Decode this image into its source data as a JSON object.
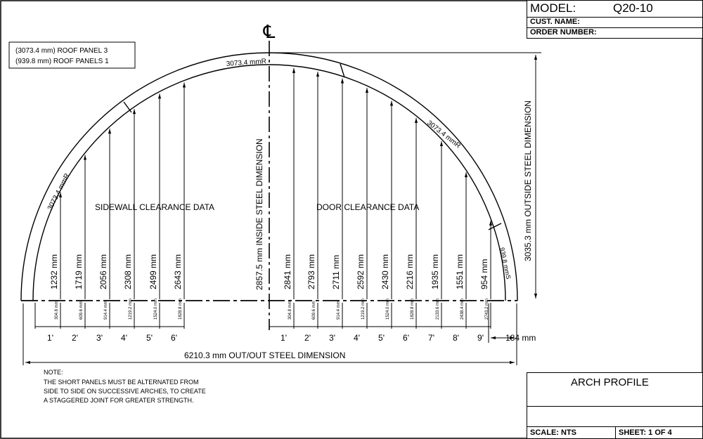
{
  "title_block": {
    "model_label": "MODEL:",
    "model_value": "Q20-10",
    "cust_name_label": "CUST. NAME:",
    "order_number_label": "ORDER NUMBER:"
  },
  "drawing_title": "ARCH PROFILE",
  "scale_label": "SCALE:  NTS",
  "sheet_label": "SHEET:  1  OF  4",
  "legend": {
    "line1": "(3073.4 mm) ROOF PANEL   3",
    "line2": "(939.8 mm) ROOF PANELS    1"
  },
  "centerline_symbol": "℄",
  "arc_labels": {
    "top": "3073.4 mmR",
    "left": "3073.4 mmR",
    "right": "3073.4 mmR",
    "short": "939.8 mmS"
  },
  "section_labels": {
    "sidewall": "SIDEWALL CLEARANCE DATA",
    "door": "DOOR CLEARANCE DATA"
  },
  "inside_dim": "2857.5  mm   INSIDE  STEEL  DIMENSION",
  "outside_dim": "3035.3  mm   OUTSIDE  STEEL  DIMENSION",
  "overall_width": "6210.3  mm  OUT/OUT  STEEL  DIMENSION",
  "offset_dim": "184  mm",
  "sidewall": [
    {
      "height": "1232 mm",
      "offset": "304.8 mm",
      "feet": "1'"
    },
    {
      "height": "1719 mm",
      "offset": "609.6 mm",
      "feet": "2'"
    },
    {
      "height": "2056 mm",
      "offset": "914.4 mm",
      "feet": "3'"
    },
    {
      "height": "2308 mm",
      "offset": "1219.2 mm",
      "feet": "4'"
    },
    {
      "height": "2499 mm",
      "offset": "1524.0 mm",
      "feet": "5'"
    },
    {
      "height": "2643 mm",
      "offset": "1828.8 mm",
      "feet": "6'"
    }
  ],
  "door": [
    {
      "height": "2841 mm",
      "offset": "304.8 mm",
      "feet": "1'"
    },
    {
      "height": "2793 mm",
      "offset": "609.6 mm",
      "feet": "2'"
    },
    {
      "height": "2711 mm",
      "offset": "914.4 mm",
      "feet": "3'"
    },
    {
      "height": "2592 mm",
      "offset": "1219.2 mm",
      "feet": "4'"
    },
    {
      "height": "2430 mm",
      "offset": "1524.0 mm",
      "feet": "5'"
    },
    {
      "height": "2216 mm",
      "offset": "1828.8 mm",
      "feet": "6'"
    },
    {
      "height": "1935 mm",
      "offset": "2133.6 mm",
      "feet": "7'"
    },
    {
      "height": "1551 mm",
      "offset": "2438.4 mm",
      "feet": "8'"
    },
    {
      "height": "954 mm",
      "offset": "2743.2 mm",
      "feet": "9'"
    }
  ],
  "note": {
    "heading": "NOTE:",
    "line1": "THE SHORT PANELS MUST BE ALTERNATED FROM",
    "line2": "SIDE TO SIDE ON SUCCESSIVE ARCHES, TO CREATE",
    "line3": "A STAGGERED JOINT FOR GREATER STRENGTH."
  }
}
